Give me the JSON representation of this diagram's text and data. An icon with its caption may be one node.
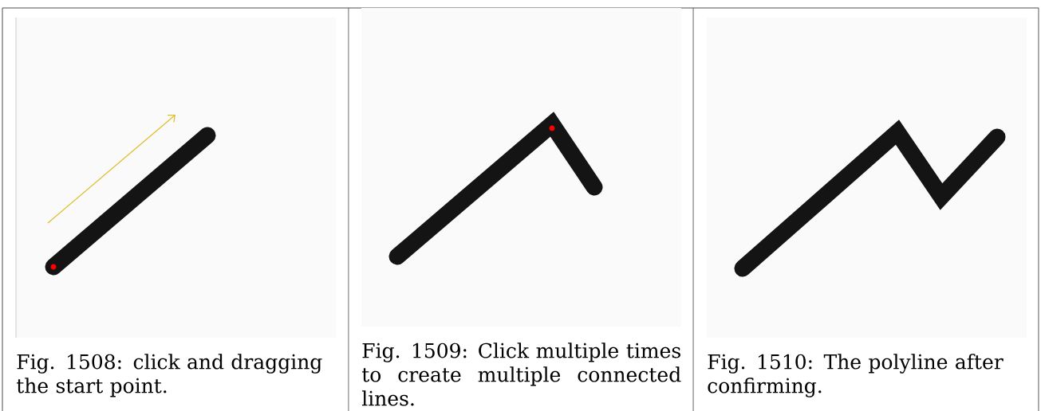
{
  "diagram": {
    "labels": [
      "Fig. 1508: click and dragging the start point.",
      "Fig. 1509: Click multiple times to create multiple connected lines.",
      "Fig. 1510: The polyline after confirming."
    ]
  }
}
